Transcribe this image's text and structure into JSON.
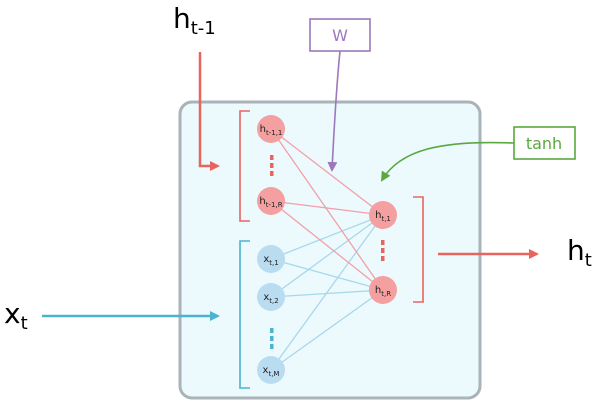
{
  "labels": {
    "h_prev_base": "h",
    "h_prev_sub": "t-1",
    "x_base": "x",
    "x_sub": "t",
    "h_out_base": "h",
    "h_out_sub": "t"
  },
  "weight_box": {
    "label": "W"
  },
  "activation_box": {
    "label": "tanh"
  },
  "hidden_prev_nodes": [
    {
      "base": "h",
      "sub": "t-1,1"
    },
    {
      "base": "h",
      "sub": "t-1,R"
    }
  ],
  "input_nodes": [
    {
      "base": "x",
      "sub": "t,1"
    },
    {
      "base": "x",
      "sub": "t,2"
    },
    {
      "base": "x",
      "sub": "t,M"
    }
  ],
  "hidden_out_nodes": [
    {
      "base": "h",
      "sub": "t,1"
    },
    {
      "base": "h",
      "sub": "t,R"
    }
  ],
  "colors": {
    "hidden": "#e8645e",
    "hidden_node_fill": "#f4a0a0",
    "input": "#4bb3cf",
    "input_node_fill": "#b9dcf0",
    "input_edge": "#a8d8ea",
    "hidden_edge": "#f0a0a8",
    "weight": "#9d78bd",
    "activation": "#5aa83e",
    "panel_fill": "#ecfafd",
    "panel_stroke": "#aab3b8"
  }
}
